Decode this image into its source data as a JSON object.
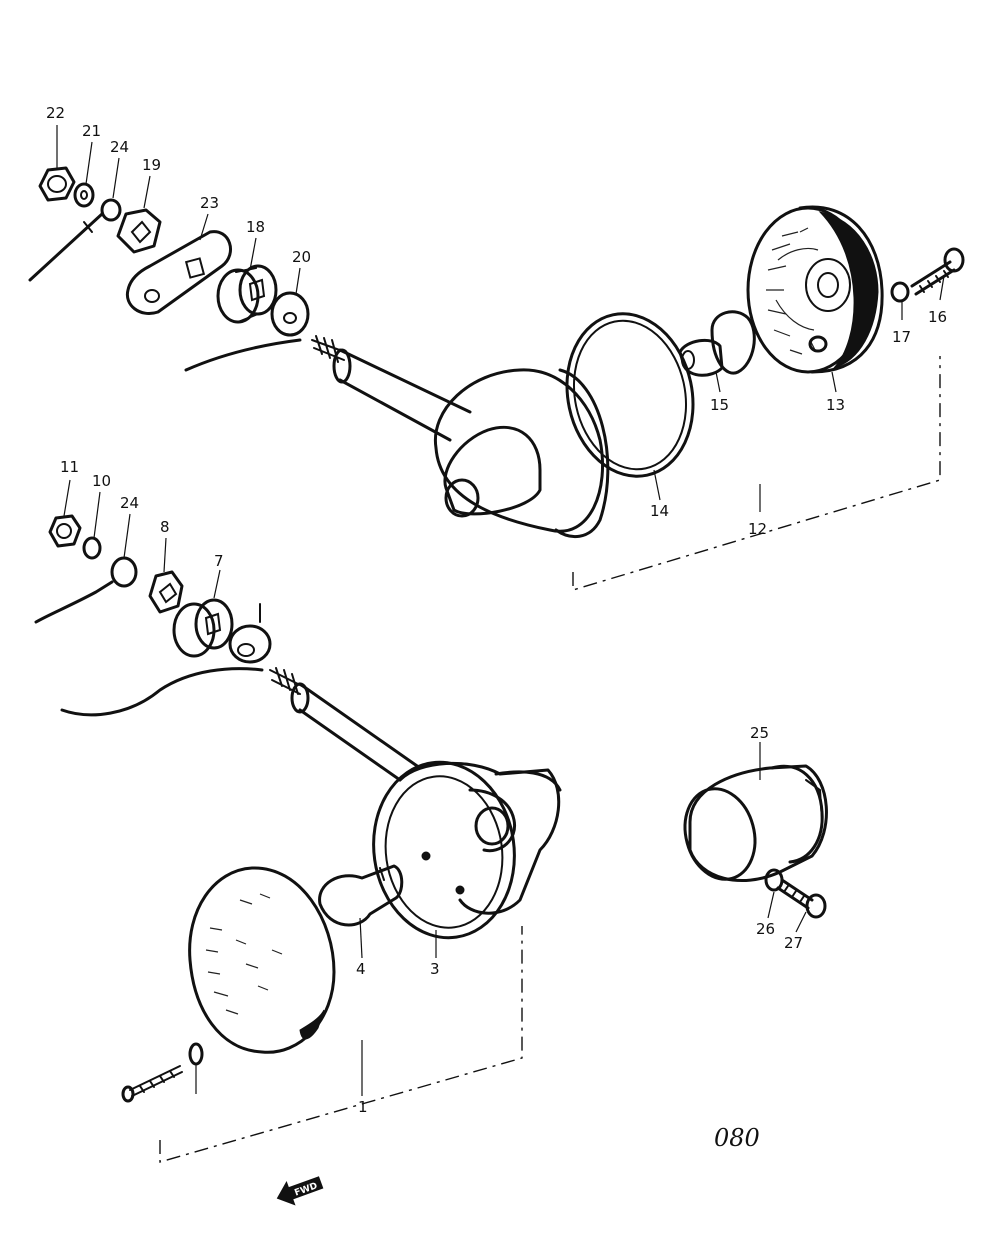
{
  "labels": {
    "p22": "22",
    "p21": "21",
    "p24_top": "24",
    "p19": "19",
    "p23": "23",
    "p18": "18",
    "p20": "20",
    "p17": "17",
    "p16": "16",
    "p15": "15",
    "p13": "13",
    "p14": "14",
    "p12": "12",
    "p11": "11",
    "p10": "10",
    "p24_bottom": "24",
    "p8": "8",
    "p7": "7",
    "p25": "25",
    "p26": "26",
    "p27": "27",
    "p4": "4",
    "p3": "3",
    "p1": "1"
  },
  "diagram_code": "080",
  "forward_arrow": "FWD"
}
